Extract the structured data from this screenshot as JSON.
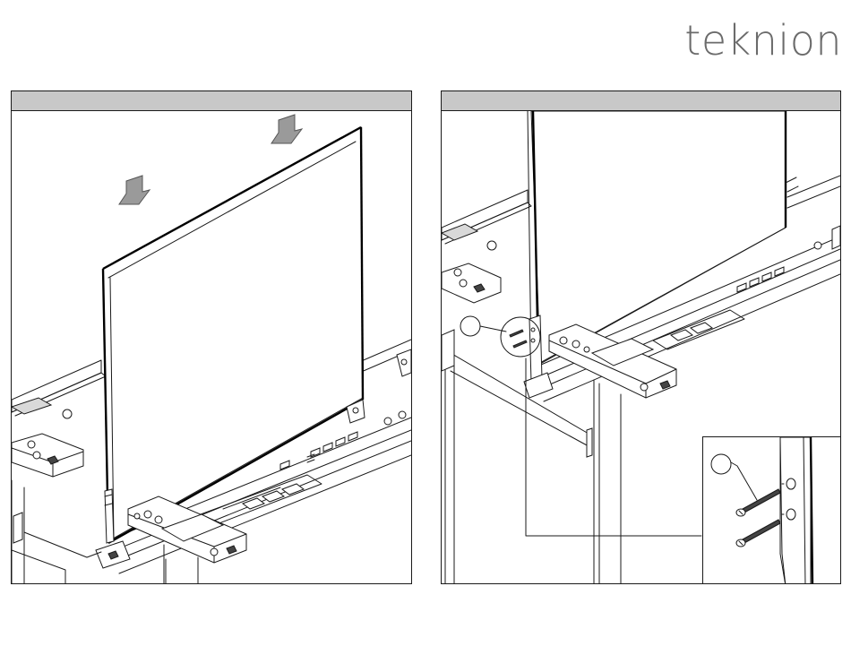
{
  "brand": {
    "logo_text": "teknion",
    "logo_color": "#6b6b6b"
  },
  "panels": [
    {
      "id": "step-left",
      "header_color": "#c8c8c8"
    },
    {
      "id": "step-right",
      "header_color": "#c8c8c8"
    }
  ],
  "icons": {
    "arrows": [
      "down-arrow-icon",
      "down-arrow-icon"
    ],
    "fasteners": [
      "screw-icon",
      "screw-icon"
    ],
    "callouts": [
      "callout-circle-icon",
      "callout-circle-icon"
    ]
  }
}
